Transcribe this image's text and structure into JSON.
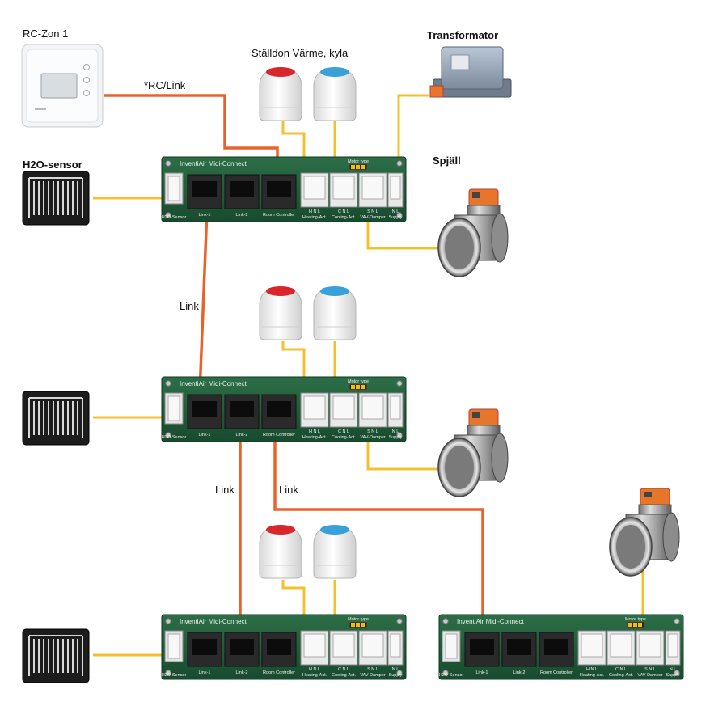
{
  "labels": {
    "rc_zone": "RC-Zon 1",
    "rc_link": "*RC/Link",
    "actuators": "Ställdon Värme, kyla",
    "transformer": "Transformator",
    "h2o_sensor": "H2O-sensor",
    "damper": "Spjäll",
    "link_1": "Link",
    "link_2": "Link",
    "link_3": "Link"
  },
  "board": {
    "title": "InventiAir Midi-Connect",
    "ports": [
      "Link-1",
      "Link-2",
      "Room Controller"
    ],
    "sensor_port": "H2O-Sensor",
    "connectors": [
      "Heating-Act.",
      "Cooling-Act.",
      "VAV-Damper",
      "Supply"
    ],
    "connector_pins": [
      "H N L",
      "C N L",
      "S N L",
      "N L"
    ],
    "motor_type": "Motor type"
  },
  "colors": {
    "link_cable": "#e8632a",
    "power_cable": "#f5c030",
    "board_green": "#1f5a38",
    "red_cap": "#d9262a",
    "blue_cap": "#3aa0d8"
  }
}
